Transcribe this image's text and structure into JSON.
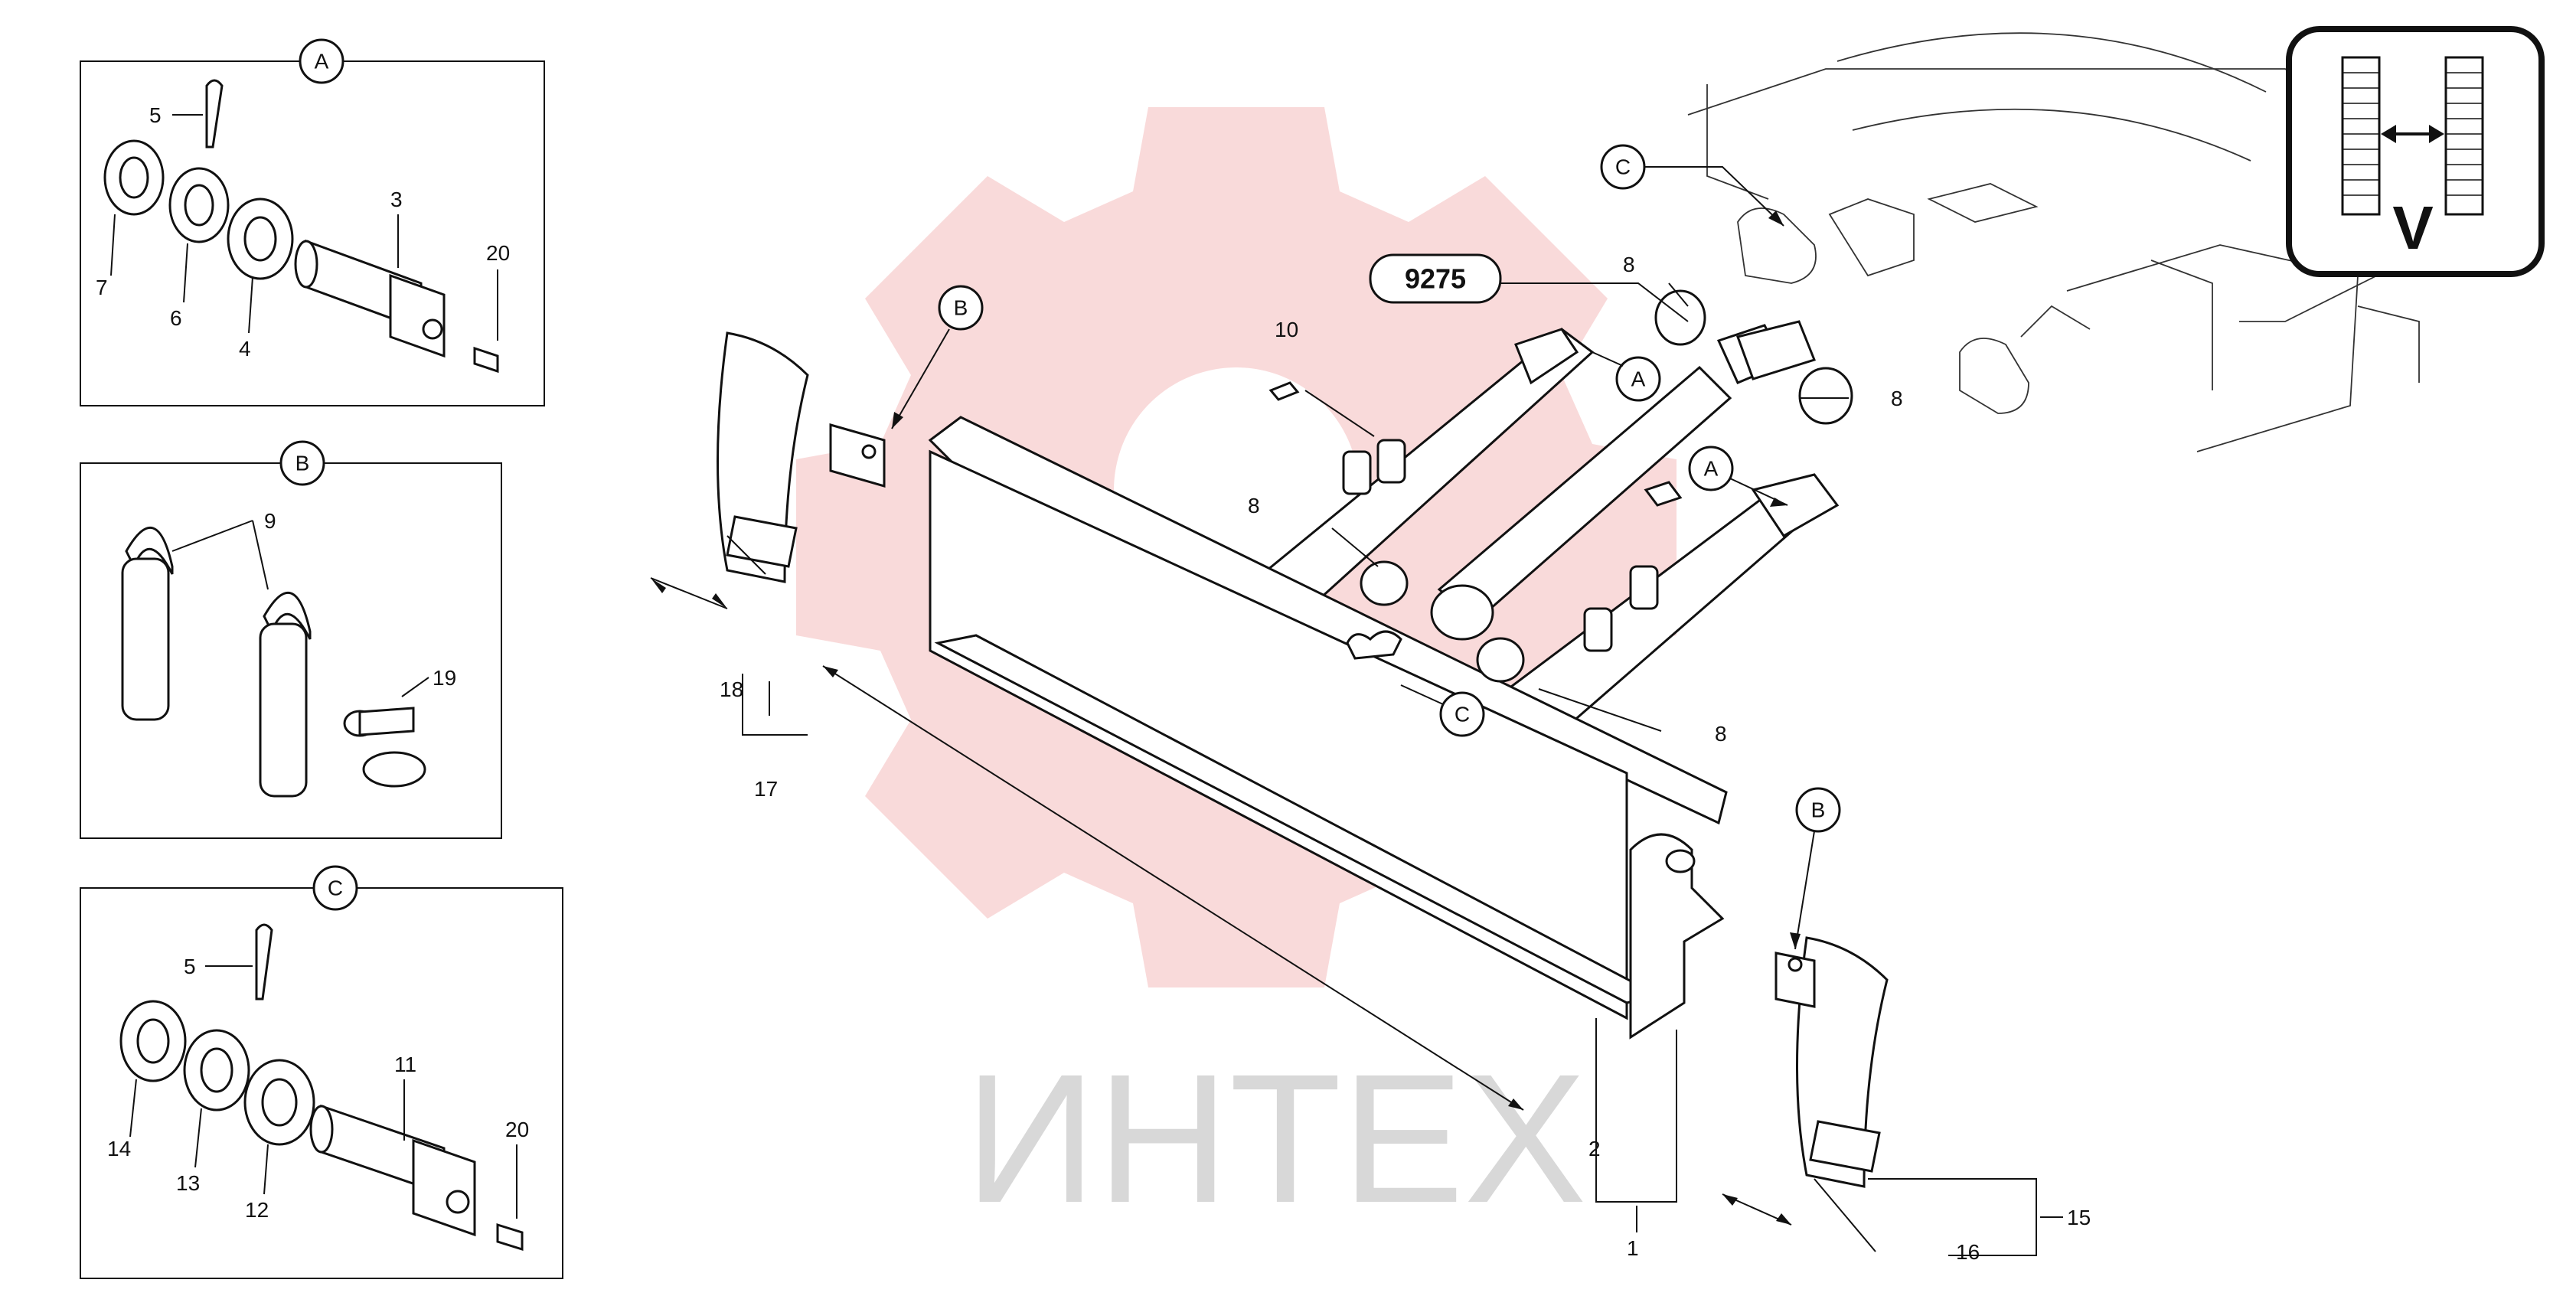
{
  "watermark": {
    "text": "ИНТЕХ",
    "color": "#f4bcbc"
  },
  "group_ref": "9275",
  "view_icon": {
    "letter": "V",
    "icon": "dimension-arrows-icon"
  },
  "insets": [
    {
      "key": "A",
      "letter": "A",
      "parts": [
        "5",
        "7",
        "6",
        "4",
        "3",
        "20"
      ]
    },
    {
      "key": "B",
      "letter": "B",
      "parts": [
        "9",
        "19"
      ]
    },
    {
      "key": "C",
      "letter": "C",
      "parts": [
        "5",
        "14",
        "13",
        "12",
        "11",
        "20"
      ]
    }
  ],
  "callouts": {
    "main_B1": "B",
    "main_B2": "B",
    "main_A1": "A",
    "main_A2": "A",
    "main_C1": "C",
    "main_C2": "C"
  },
  "part_numbers": {
    "p1": "1",
    "p2": "2",
    "p8a": "8",
    "p8b": "8",
    "p8c": "8",
    "p8d": "8",
    "p10": "10",
    "p15": "15",
    "p16": "16",
    "p17": "17",
    "p18": "18"
  }
}
